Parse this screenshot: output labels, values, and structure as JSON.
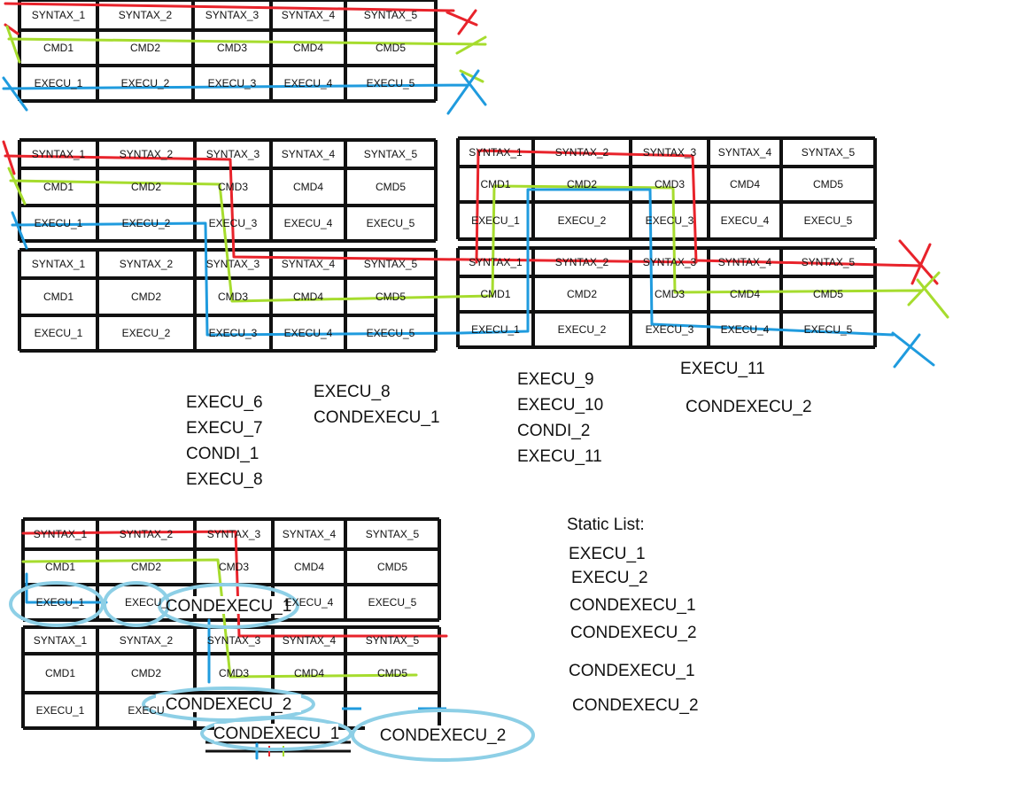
{
  "tables": [
    {
      "name": "table-top",
      "rows": [
        [
          "SYNTAX_1",
          "SYNTAX_2",
          "SYNTAX_3",
          "SYNTAX_4",
          "SYNTAX_5"
        ],
        [
          "CMD1",
          "CMD2",
          "CMD3",
          "CMD4",
          "CMD5"
        ],
        [
          "EXECU_1",
          "EXECU_2",
          "EXECU_3",
          "EXECU_4",
          "EXECU_5"
        ]
      ]
    },
    {
      "name": "table-mid-left-1",
      "rows": [
        [
          "SYNTAX_1",
          "SYNTAX_2",
          "SYNTAX_3",
          "SYNTAX_4",
          "SYNTAX_5"
        ],
        [
          "CMD1",
          "CMD2",
          "CMD3",
          "CMD4",
          "CMD5"
        ],
        [
          "EXECU_1",
          "EXECU_2",
          "EXECU_3",
          "EXECU_4",
          "EXECU_5"
        ]
      ]
    },
    {
      "name": "table-mid-left-2",
      "rows": [
        [
          "SYNTAX_1",
          "SYNTAX_2",
          "SYNTAX_3",
          "SYNTAX_4",
          "SYNTAX_5"
        ],
        [
          "CMD1",
          "CMD2",
          "CMD3",
          "CMD4",
          "CMD5"
        ],
        [
          "EXECU_1",
          "EXECU_2",
          "EXECU_3",
          "EXECU_4",
          "EXECU_5"
        ]
      ]
    },
    {
      "name": "table-mid-right-1",
      "rows": [
        [
          "SYNTAX_1",
          "SYNTAX_2",
          "SYNTAX_3",
          "SYNTAX_4",
          "SYNTAX_5"
        ],
        [
          "CMD1",
          "CMD2",
          "CMD3",
          "CMD4",
          "CMD5"
        ],
        [
          "EXECU_1",
          "EXECU_2",
          "EXECU_3",
          "EXECU_4",
          "EXECU_5"
        ]
      ]
    },
    {
      "name": "table-mid-right-2",
      "rows": [
        [
          "SYNTAX_1",
          "SYNTAX_2",
          "SYNTAX_3",
          "SYNTAX_4",
          "SYNTAX_5"
        ],
        [
          "CMD1",
          "CMD2",
          "CMD3",
          "CMD4",
          "CMD5"
        ],
        [
          "EXECU_1",
          "EXECU_2",
          "EXECU_3",
          "EXECU_4",
          "EXECU_5"
        ]
      ]
    },
    {
      "name": "table-bottom-1",
      "rows": [
        [
          "SYNTAX_1",
          "SYNTAX_2",
          "SYNTAX_3",
          "SYNTAX_4",
          "SYNTAX_5"
        ],
        [
          "CMD1",
          "CMD2",
          "CMD3",
          "CMD4",
          "CMD5"
        ],
        [
          "EXECU_1",
          "EXECU_",
          "",
          "EXECU_4",
          "EXECU_5"
        ]
      ]
    },
    {
      "name": "table-bottom-2",
      "rows": [
        [
          "SYNTAX_1",
          "SYNTAX_2",
          "SYNTAX_3",
          "SYNTAX_4",
          "SYNTAX_5"
        ],
        [
          "CMD1",
          "CMD2",
          "CMD3",
          "CMD4",
          "CMD5"
        ],
        [
          "EXECU_1",
          "EXECU",
          "",
          "",
          ""
        ]
      ]
    }
  ],
  "bubbles": [
    "CONDEXECU_1",
    "CONDEXECU_2",
    "CONDEXECU_1",
    "CONDEXECU_2"
  ],
  "text_groups": [
    [
      "EXECU_6",
      "EXECU_7",
      "CONDI_1",
      "EXECU_8"
    ],
    [
      "EXECU_8",
      "CONDEXECU_1"
    ],
    [
      "EXECU_9",
      "EXECU_10",
      "CONDI_2",
      "EXECU_11"
    ],
    [
      "EXECU_11",
      "CONDEXECU_2"
    ]
  ],
  "static_list": {
    "title": "Static List:",
    "items": [
      "EXECU_1",
      "EXECU_2",
      "CONDEXECU_1",
      "CONDEXECU_2",
      "CONDEXECU_1",
      "CONDEXECU_2"
    ]
  },
  "colors": {
    "syntax_path": "#e8232b",
    "cmd_path": "#a6dc2e",
    "execu_path": "#1f9bde",
    "circle": "#8dcfe6",
    "grid": "#111111"
  }
}
